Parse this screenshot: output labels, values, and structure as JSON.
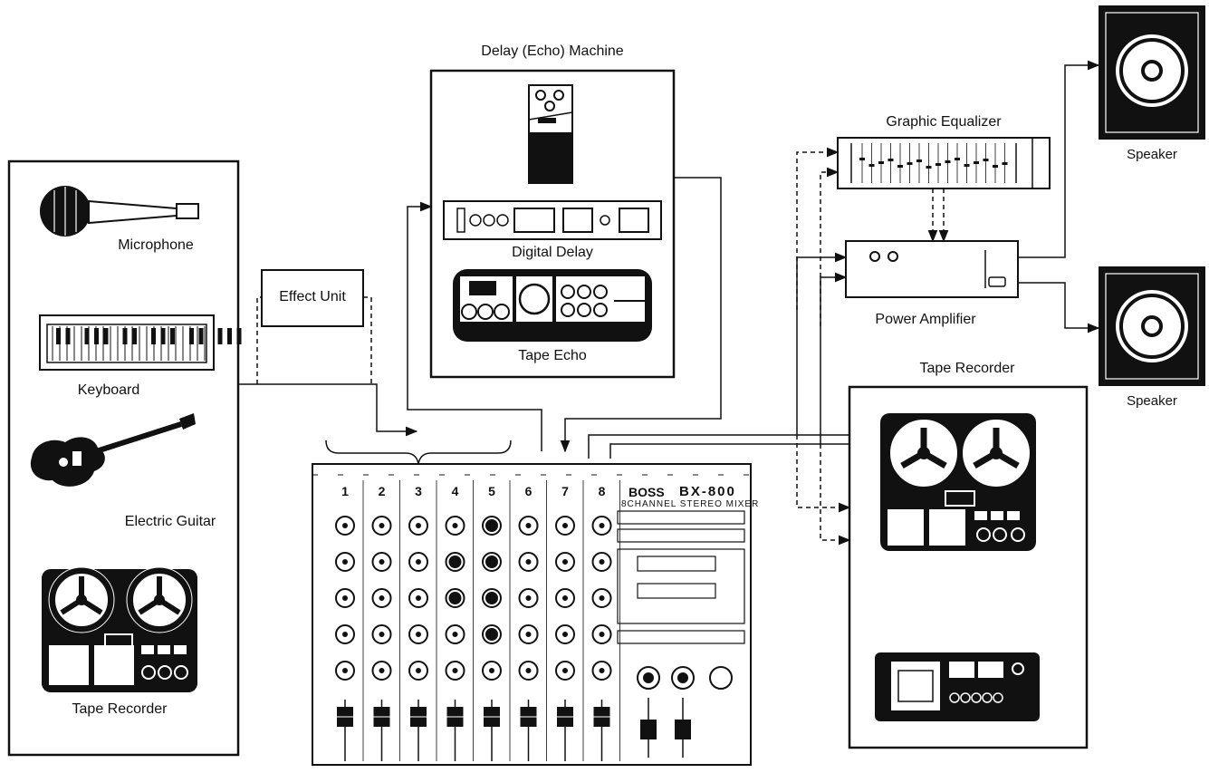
{
  "diagram": {
    "delay_machine": {
      "title": "Delay (Echo) Machine",
      "delay": "Delay",
      "digital_delay": "Digital Delay",
      "tape_echo": "Tape Echo"
    },
    "sources": {
      "microphone": "Microphone",
      "keyboard": "Keyboard",
      "electric_guitar": "Electric Guitar",
      "tape_recorder": "Tape Recorder"
    },
    "effect_unit": "Effect Unit",
    "graphic_equalizer": "Graphic Equalizer",
    "power_amplifier": "Power Amplifier",
    "speaker_top": "Speaker",
    "speaker_bottom": "Speaker",
    "tape_recorder_out": "Tape Recorder",
    "mixer": {
      "brand": "BOSS",
      "model": "BX-800",
      "subtitle": "8CHANNEL STEREO MIXER",
      "channels": [
        "1",
        "2",
        "3",
        "4",
        "5",
        "6",
        "7",
        "8"
      ]
    }
  }
}
